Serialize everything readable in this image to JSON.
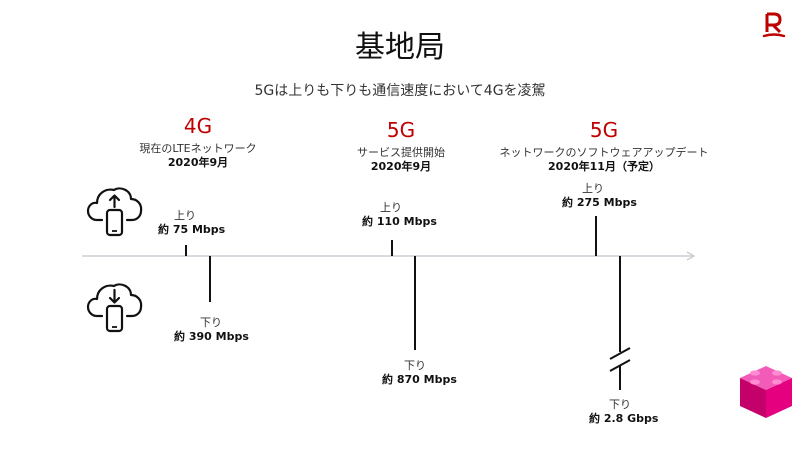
{
  "slide": {
    "title": "基地局",
    "subtitle": "5Gは上りも下りも通信速度において4Gを凌駕"
  },
  "columns": [
    {
      "generation": "4G",
      "description": "現在のLTEネットワーク",
      "date": "2020年9月"
    },
    {
      "generation": "5G",
      "description": "サービス提供開始",
      "date": "2020年9月"
    },
    {
      "generation": "5G",
      "description": "ネットワークのソフトウェアアップデート",
      "date": "2020年11月（予定）"
    }
  ],
  "speeds": {
    "lte": {
      "up_label": "上り",
      "up_speed": "約 75 Mbps",
      "down_label": "下り",
      "down_speed": "約 390 Mbps"
    },
    "fiveg_launch": {
      "up_label": "上り",
      "up_speed": "約 110 Mbps",
      "down_label": "下り",
      "down_speed": "約 870 Mbps"
    },
    "fiveg_update": {
      "up_label": "上り",
      "up_speed": "約 275 Mbps",
      "down_label": "下り",
      "down_speed": "約 2.8 Gbps"
    }
  },
  "icons": {
    "upload": "cloud-upload-phone-icon",
    "download": "cloud-download-phone-icon",
    "logo": "rakuten-r-logo",
    "cube": "pink-cube-icon"
  },
  "colors": {
    "accent": "#bf0000",
    "axis": "#c0c4cc",
    "bar": "#111111",
    "cube": "#e4007f"
  }
}
